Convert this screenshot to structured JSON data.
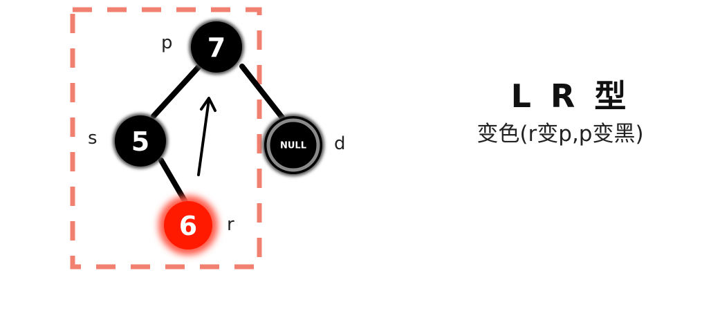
{
  "diagram": {
    "title": "L R 型",
    "subtitle": "变色(r变p,p变黑)",
    "colors": {
      "black_node": "#000000",
      "red_node": "#ff1a00",
      "null_ring": "#8a8a8a",
      "dashed_box": "#f28070",
      "edge": "#000000"
    },
    "nodes": [
      {
        "id": "p",
        "value": "7",
        "label": "p",
        "color": "black"
      },
      {
        "id": "s",
        "value": "5",
        "label": "s",
        "color": "black"
      },
      {
        "id": "d",
        "value": "NULL",
        "label": "d",
        "color": "black-null"
      },
      {
        "id": "r",
        "value": "6",
        "label": "r",
        "color": "red"
      }
    ],
    "edges": [
      {
        "from": "p",
        "to": "s"
      },
      {
        "from": "p",
        "to": "d"
      },
      {
        "from": "s",
        "to": "r"
      }
    ],
    "arrow": {
      "from": "r",
      "to": "p",
      "meaning": "r moves up to p"
    }
  }
}
